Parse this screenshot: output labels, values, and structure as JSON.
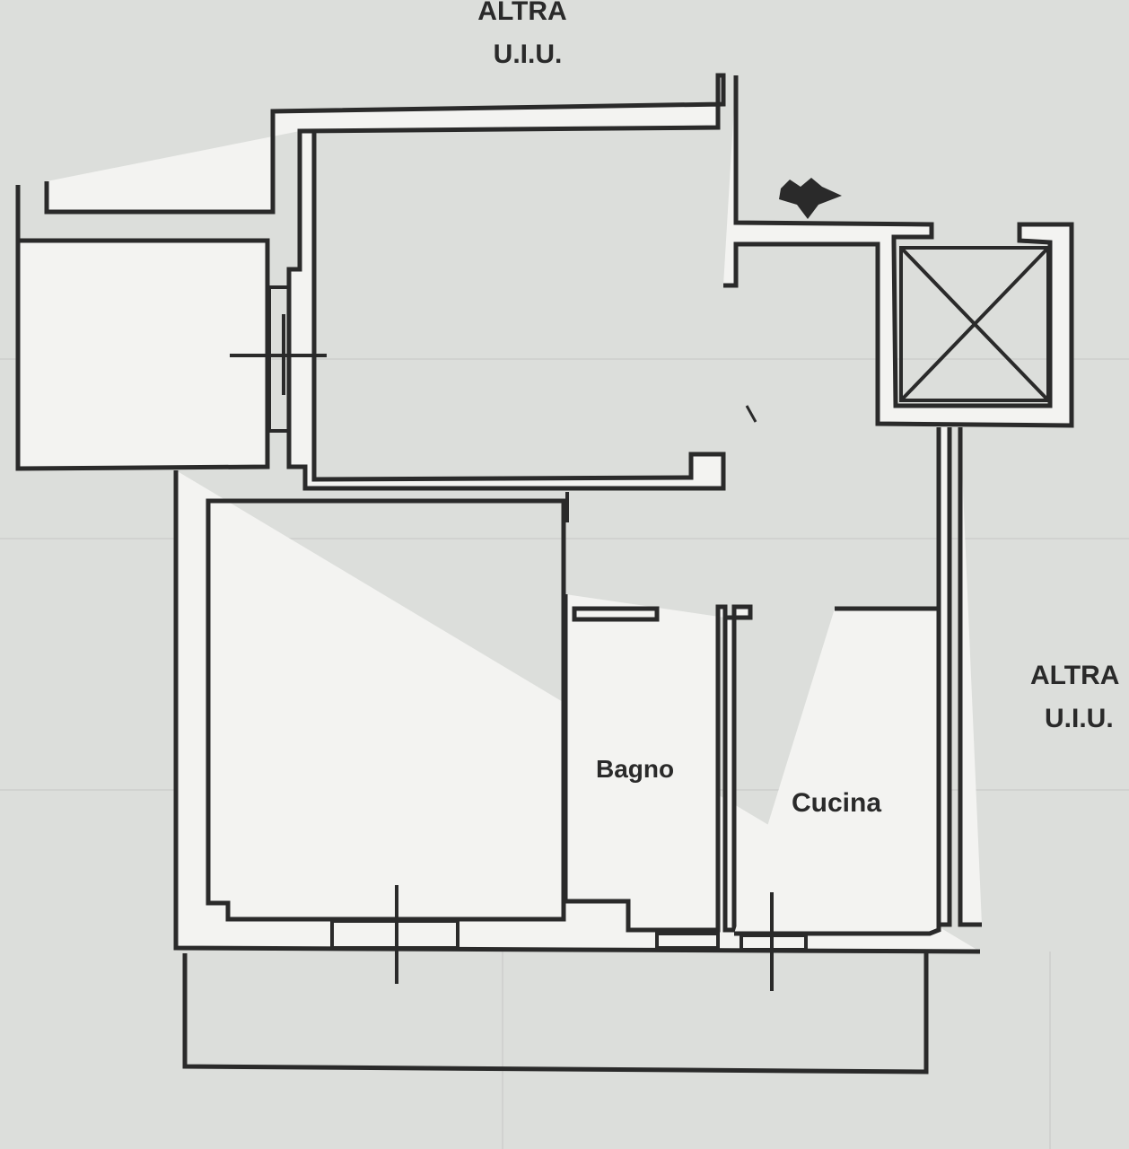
{
  "labels": {
    "top_unit_line1": "ALTRA",
    "top_unit_line2": "U.I.U.",
    "right_unit_line1": "ALTRA",
    "right_unit_line2": "U.I.U.",
    "bathroom": "Bagno",
    "kitchen": "Cucina"
  },
  "colors": {
    "paper": "#dcdedb",
    "ink": "#2a2a2a",
    "wall_fill": "#f3f3f1"
  },
  "icons": {
    "north_arrow": "north-arrow-icon",
    "lift_shaft": "elevator-shaft-icon"
  }
}
